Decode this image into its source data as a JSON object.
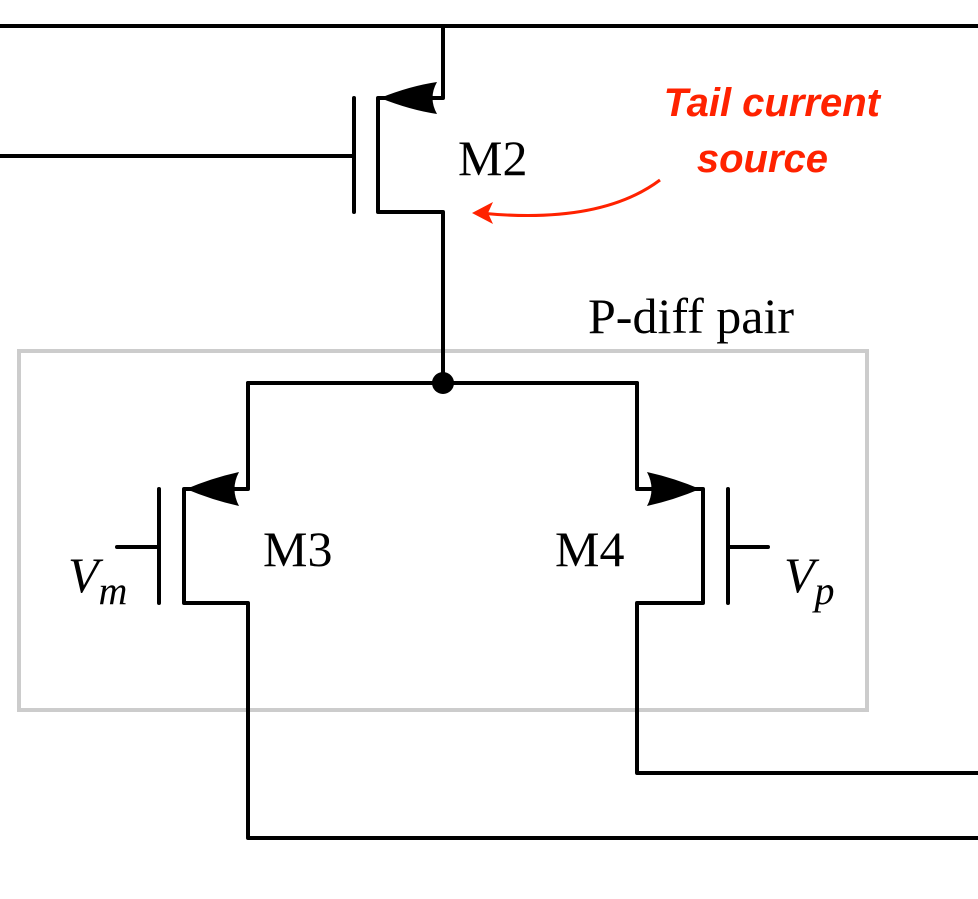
{
  "transistors": [
    {
      "id": "M2",
      "label": "M2",
      "type": "pmos"
    },
    {
      "id": "M3",
      "label": "M3",
      "type": "pmos"
    },
    {
      "id": "M4",
      "label": "M4",
      "type": "pmos"
    }
  ],
  "inputs": {
    "vm": {
      "base": "V",
      "sub": "m"
    },
    "vp": {
      "base": "V",
      "sub": "p"
    }
  },
  "group": {
    "label": "P-diff pair",
    "border_color": "#cccccc"
  },
  "annotation": {
    "line1": "Tail current",
    "line2": "source",
    "color": "#ff2200"
  }
}
